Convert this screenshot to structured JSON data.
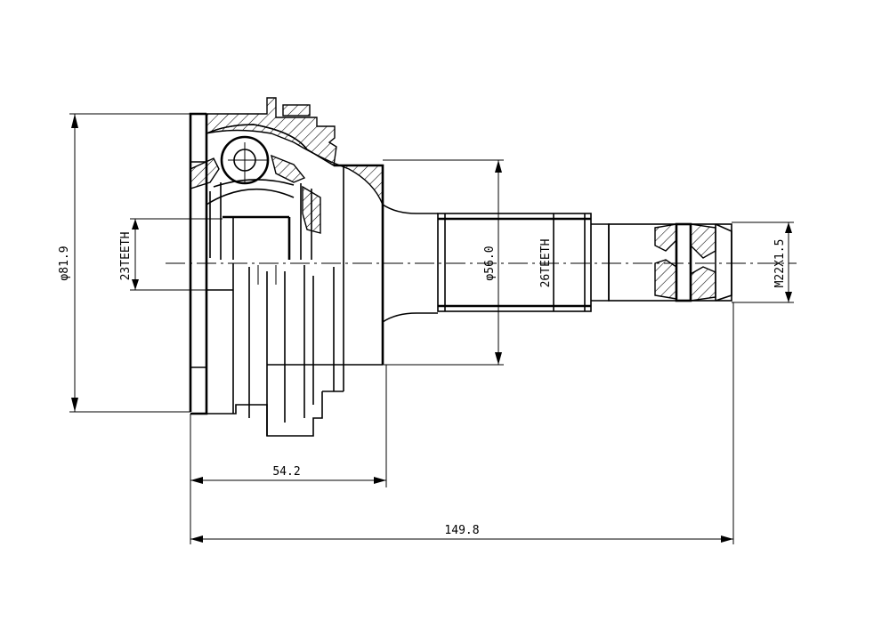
{
  "labels": {
    "outer_diameter": "φ81.9",
    "inner_spline": "23TEETH",
    "seal_diameter": "φ56.0",
    "outer_spline": "26TEETH",
    "thread": "M22X1.5",
    "bell_length": "54.2",
    "overall_length": "149.8"
  },
  "colors": {
    "line": "#000000",
    "background": "#ffffff"
  }
}
